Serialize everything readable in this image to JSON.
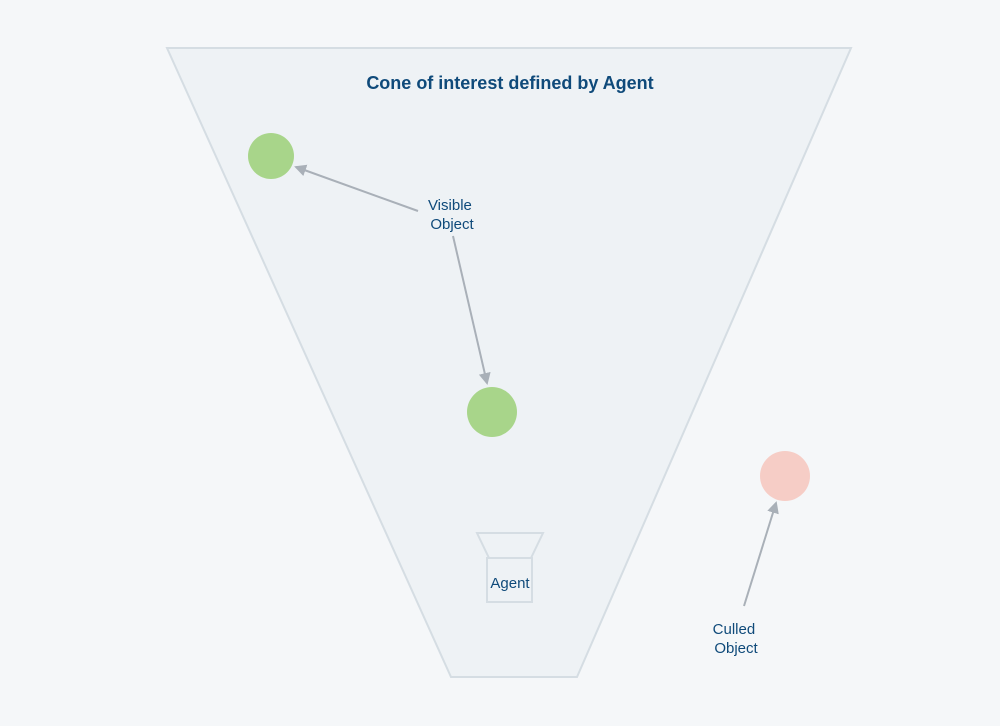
{
  "diagram": {
    "title": "Cone of interest defined by Agent",
    "visible_label": {
      "line1": "Visible",
      "line2": "Object"
    },
    "culled_label": {
      "line1": "Culled",
      "line2": "Object"
    },
    "agent_label": "Agent"
  },
  "colors": {
    "background": "#f5f7f9",
    "cone_fill": "#eef2f5",
    "cone_stroke": "#d5dde3",
    "visible_object": "#a8d58a",
    "culled_object": "#f6cdc6",
    "arrow": "#a9b0b8",
    "text": "#0f4a7a"
  }
}
